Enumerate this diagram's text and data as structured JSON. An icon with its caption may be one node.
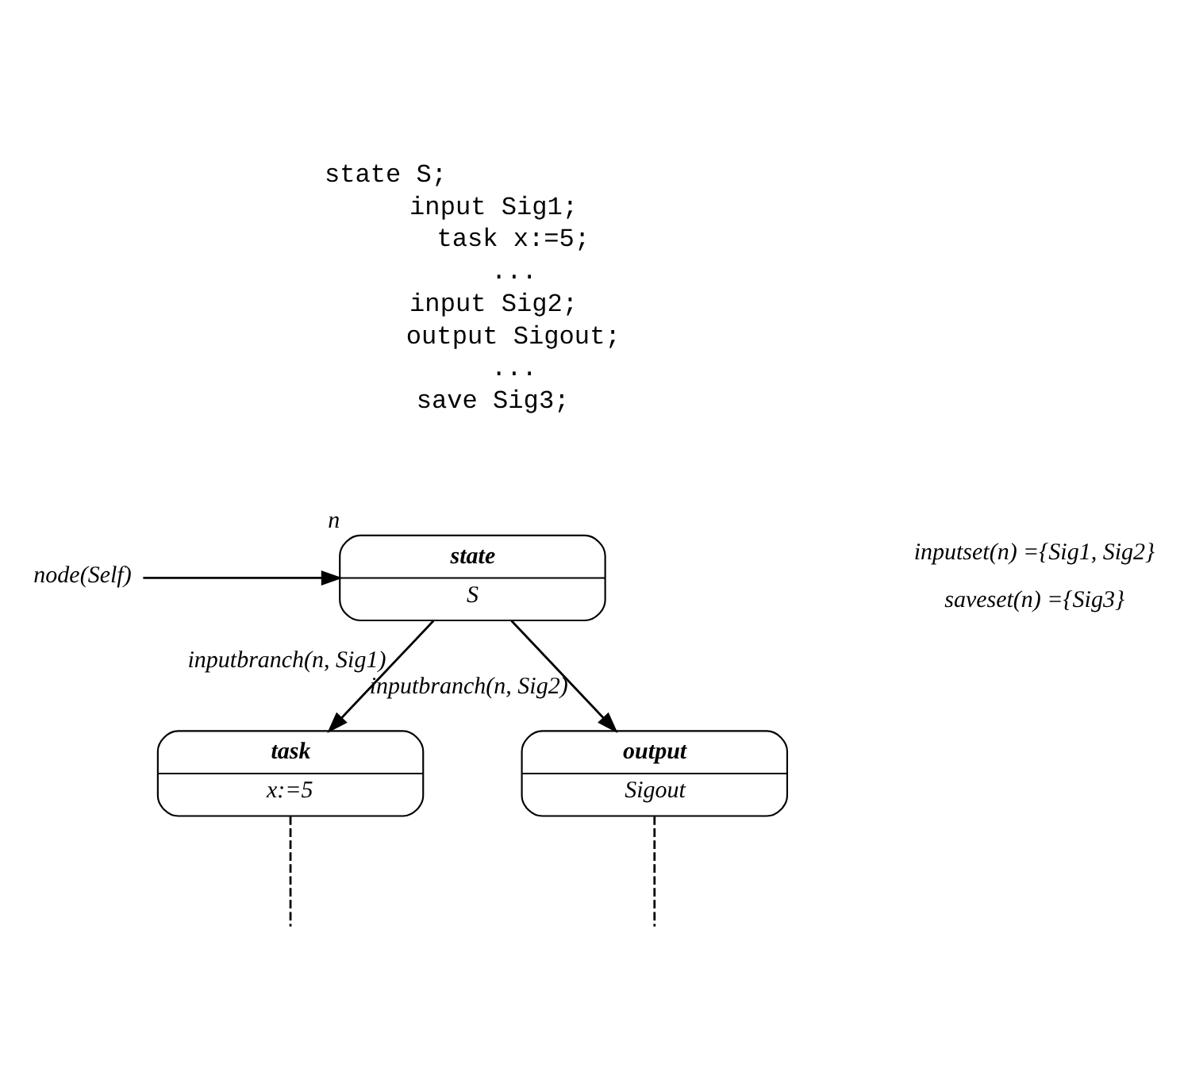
{
  "diagram": {
    "nodes": [
      {
        "text": [
          "node(Self)"
        ]
      },
      {
        "text": [
          "state",
          "S"
        ],
        "beside": [
          "n"
        ]
      },
      {
        "text": [
          "task",
          "x:=5"
        ]
      },
      {
        "text": [
          "output",
          "Sigout"
        ]
      }
    ],
    "edges": [
      {
        "from": 0,
        "to": 1,
        "arrow": "to"
      },
      {
        "from": 1,
        "to": 2,
        "arrow": "to",
        "label": "inputbranch(n, Sig1)"
      },
      {
        "from": 1,
        "to": 3,
        "arrow": "to",
        "label": "inputbranch(n, Sig2)"
      },
      {
        "from": 2,
        "to": null,
        "arrow": "none",
        "style": "dashed"
      },
      {
        "from": 3,
        "to": null,
        "arrow": "none",
        "style": "dashed"
      }
    ],
    "labels": [
      "state S;",
      "input Sig1;",
      "task x:=5;",
      "...",
      "input Sig2;",
      "output Sigout;",
      "...",
      "save Sig3;",
      "inputset(n) ={Sig1, Sig2}",
      "saveset(n) ={Sig3}"
    ]
  }
}
